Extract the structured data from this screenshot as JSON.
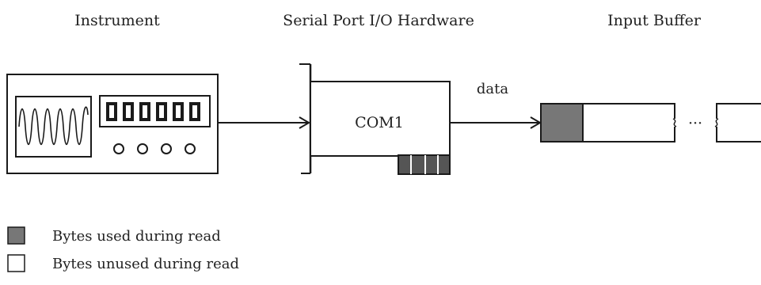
{
  "headers": {
    "instrument": "Instrument",
    "hardware": "Serial Port I/O Hardware",
    "buffer": "Input Buffer"
  },
  "port_label": "COM1",
  "arrow_label": "data",
  "ellipsis": "···",
  "legend": {
    "used": "Bytes used during read",
    "unused": "Bytes unused during read"
  },
  "colors": {
    "used_fill": "#777777",
    "stroke": "#1a1a1a",
    "background": "#ffffff"
  }
}
